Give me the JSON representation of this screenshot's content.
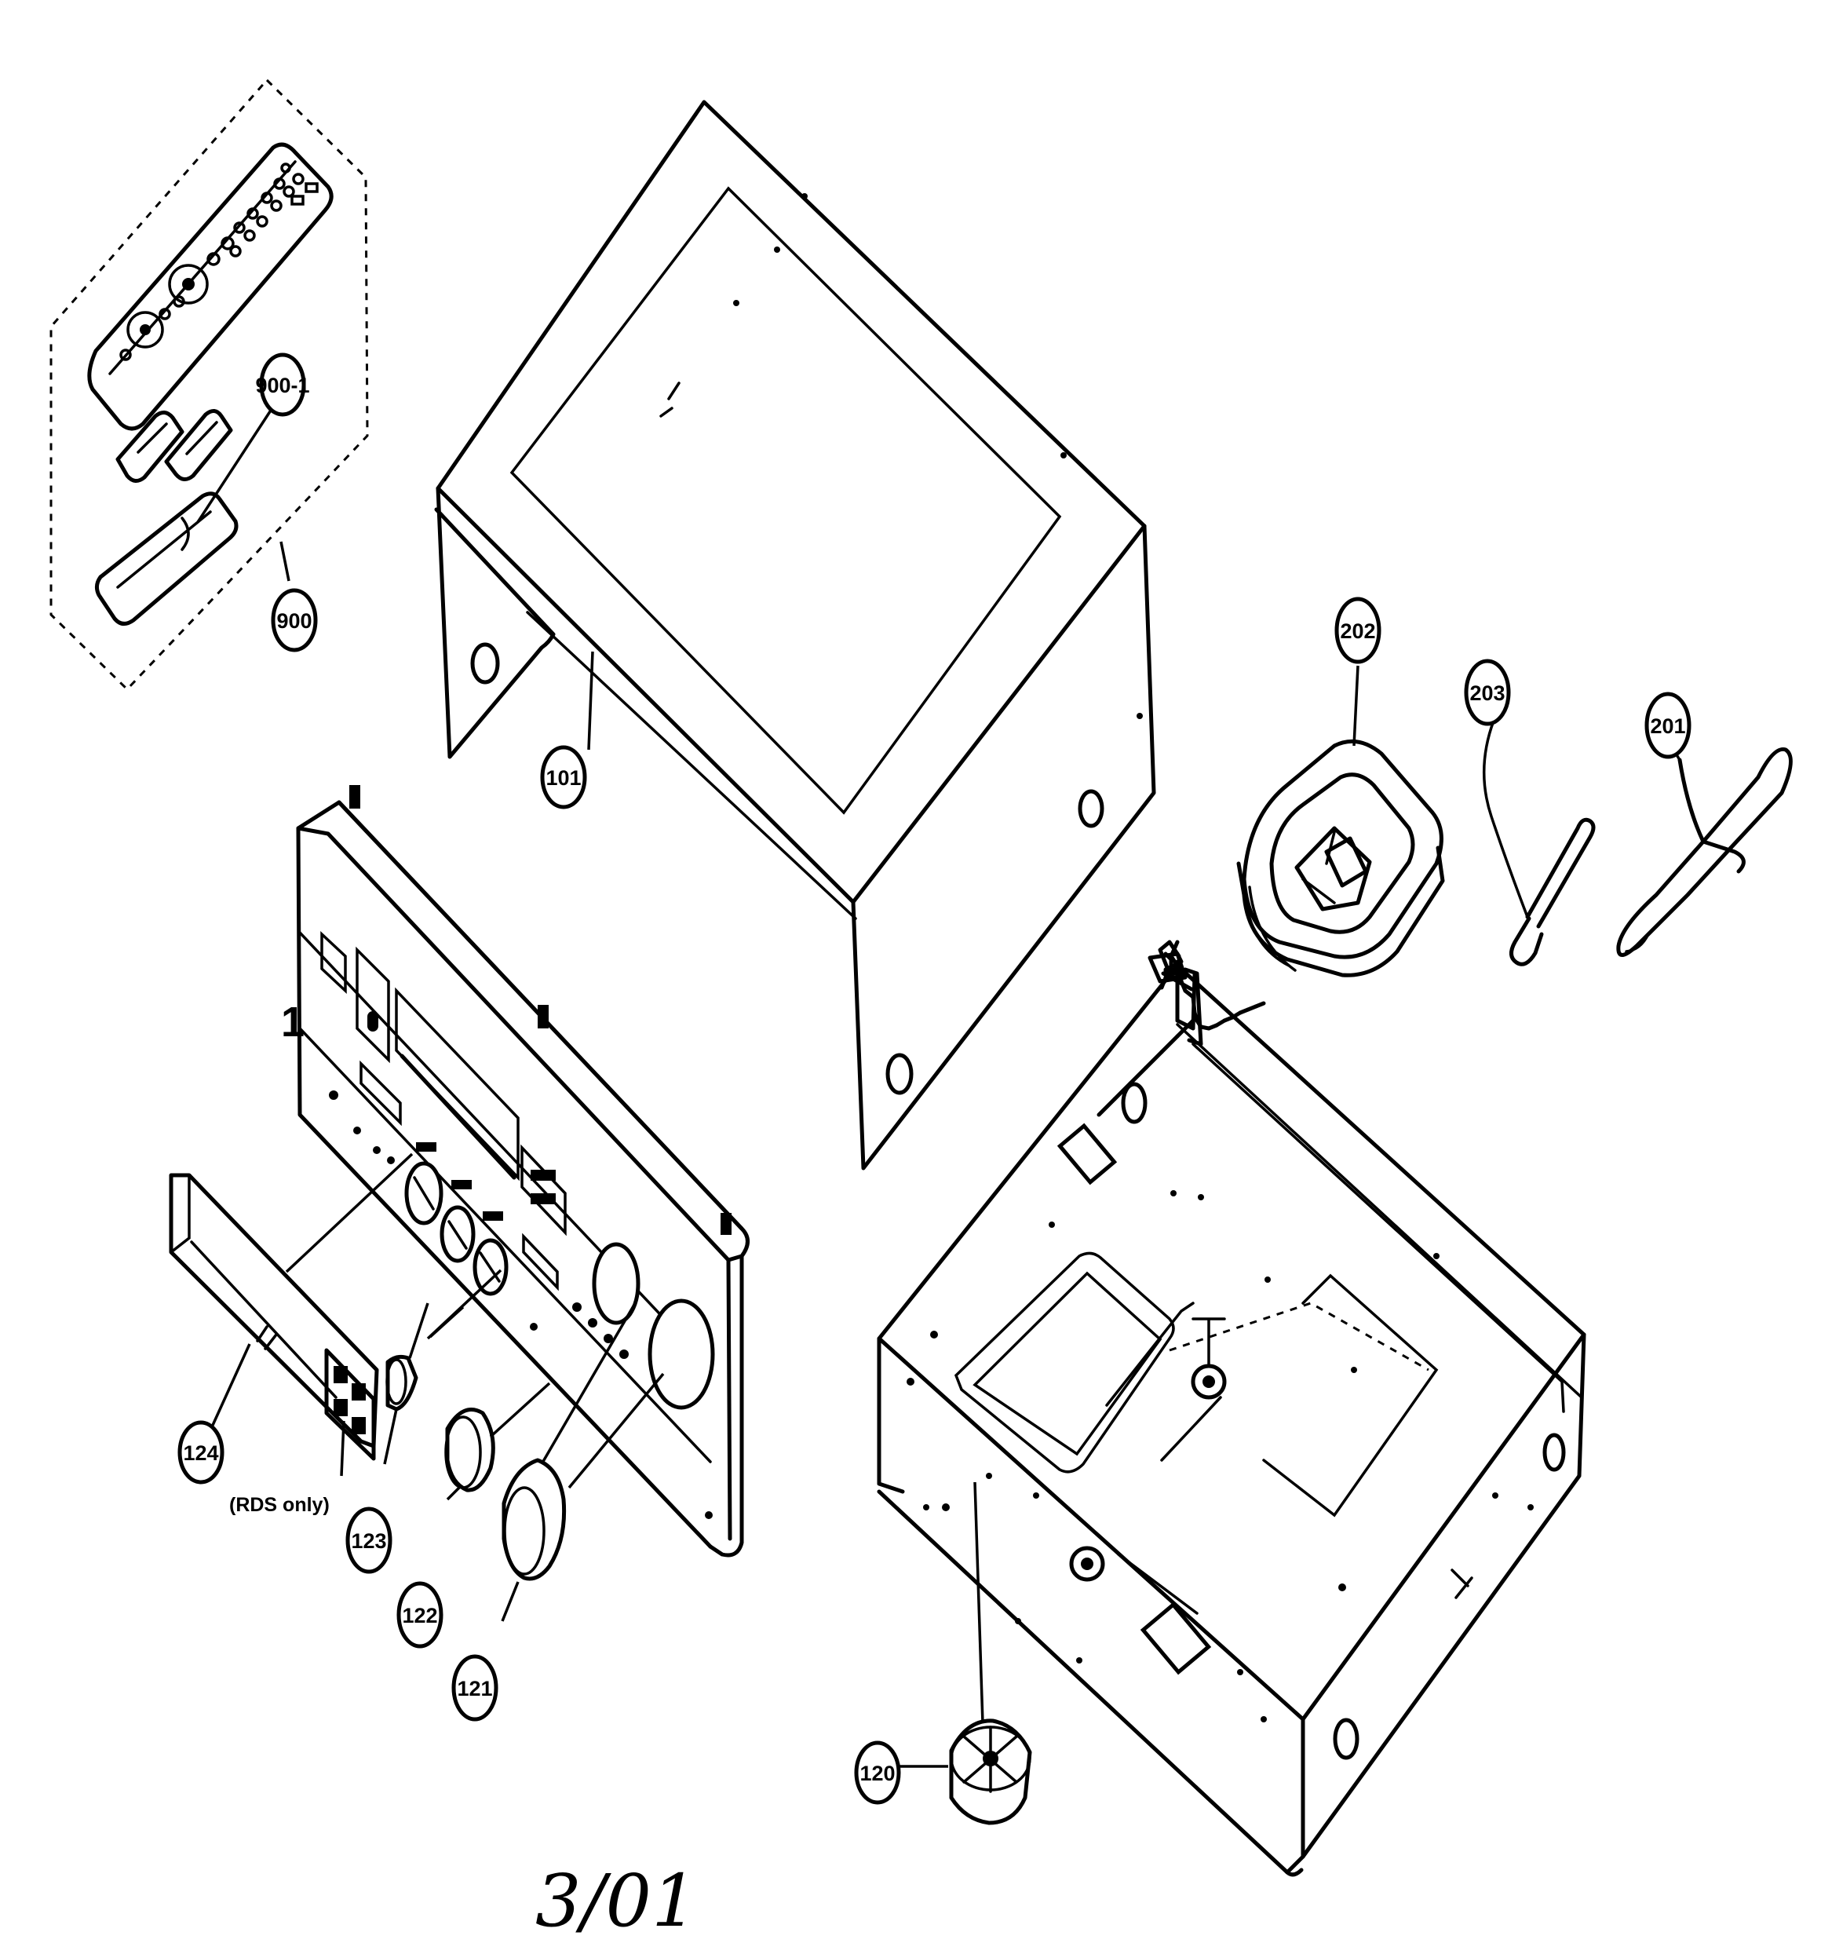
{
  "diagram": {
    "assembly_label": "1",
    "footer_date": "3/01",
    "region_note": "(RDS only)",
    "callouts": {
      "remote": "900",
      "battery_cover": "900-1",
      "top_cover": "101",
      "loop_antenna": "202",
      "fm_wire_antenna": "203",
      "power_cord": "201",
      "front_sheet": "124",
      "small_knob": "123",
      "knob_medium": "122",
      "knob_large": "121",
      "foot": "120"
    },
    "icons": [
      "remote-control-icon",
      "battery-icon",
      "loop-antenna-icon",
      "cord-icon",
      "knob-icon",
      "foot-icon"
    ]
  }
}
